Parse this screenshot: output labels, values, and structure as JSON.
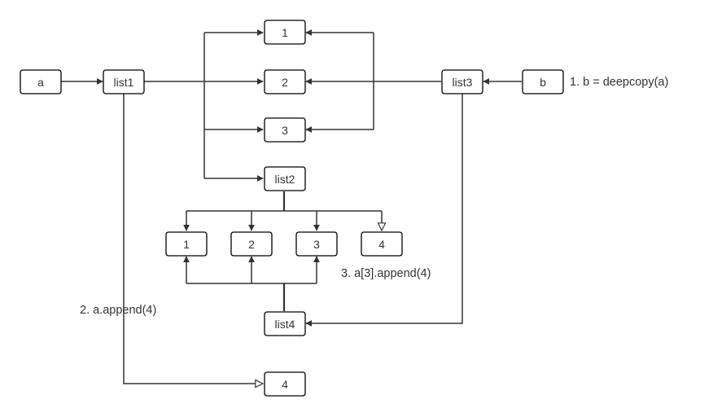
{
  "nodes": {
    "a": "a",
    "list1": "list1",
    "top_1": "1",
    "top_2": "2",
    "top_3": "3",
    "list2": "list2",
    "list3": "list3",
    "b": "b",
    "inner_1": "1",
    "inner_2": "2",
    "inner_3": "3",
    "inner_4": "4",
    "list4": "list4",
    "appended_4": "4"
  },
  "annotations": {
    "step1": "1. b = deepcopy(a)",
    "step2": "2. a.append(4)",
    "step3": "3. a[3].append(4)"
  },
  "colors": {
    "stroke": "#333333",
    "box_border": "#000000",
    "text": "#333333",
    "background": "#ffffff"
  }
}
